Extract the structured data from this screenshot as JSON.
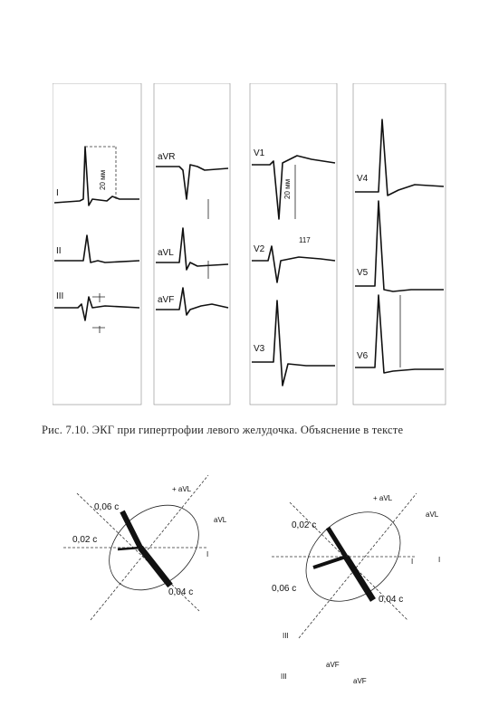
{
  "figure_top": {
    "panel1": {
      "lead_1": "I",
      "lead_2": "II",
      "lead_3": "III",
      "measure": "20 мм"
    },
    "panel2": {
      "lead_1": "aVR",
      "lead_2": "aVL",
      "lead_3": "aVF"
    },
    "panel3": {
      "lead_1": "V1",
      "lead_2": "V2",
      "lead_3": "V3",
      "measure_1": "20 мм",
      "measure_2": "117"
    },
    "panel4": {
      "lead_1": "V4",
      "lead_2": "V5",
      "lead_3": "V6"
    }
  },
  "caption": "Рис. 7.10. ЭКГ при гипертрофии левого желудочка. Объяснение в тексте",
  "figure_bottom": {
    "left": {
      "t1": "0,06 c",
      "t2": "0,02 c",
      "t3": "0,04 c",
      "avl": "+ aVL",
      "axis": "I",
      "side": "aVL"
    },
    "right": {
      "t1": "0,02 c",
      "t2": "0,06 c",
      "t3": "0,04 c",
      "avl": "+ aVL",
      "axis": "I",
      "side1": "aVL",
      "side2": "I",
      "lead_iii": "III",
      "avf": "aVF",
      "bottom_left": "III",
      "bottom_right": "aVF"
    }
  }
}
